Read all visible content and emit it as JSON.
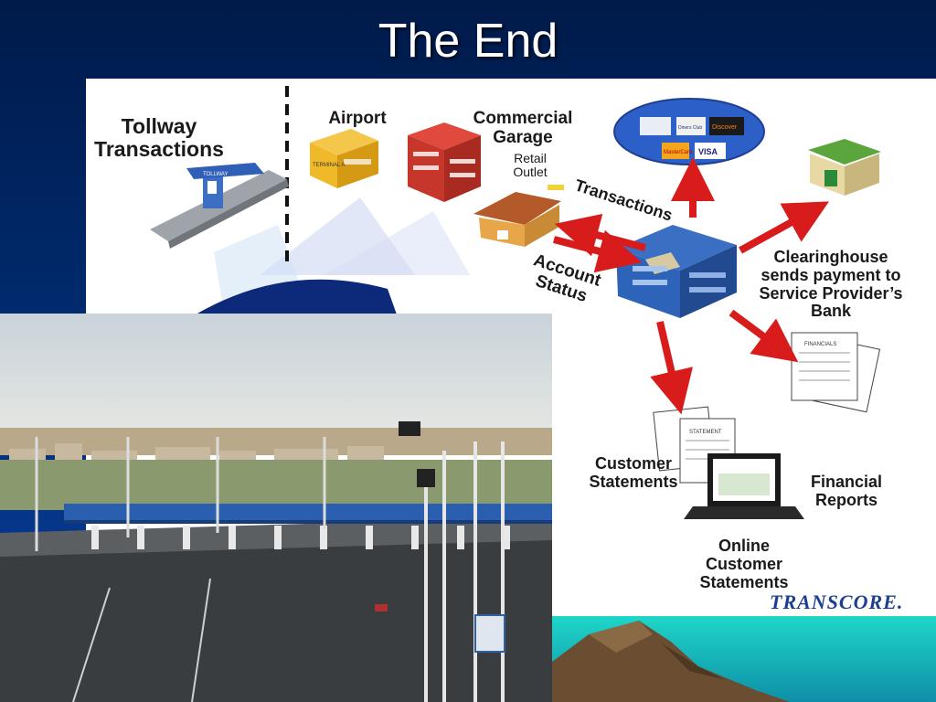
{
  "slide": {
    "title": "The End"
  },
  "diagram": {
    "tollway_label": "Tollway Transactions",
    "airport_label": "Airport",
    "garage_label": "Commercial Garage",
    "retail_label": "Retail Outlet",
    "transactions_label": "Transactions",
    "account_status_label": "Account Status",
    "clearinghouse_label": "Clearinghouse sends payment to Service Provider’s Bank",
    "customer_statements_label": "Customer Statements",
    "financial_reports_label": "Financial Reports",
    "online_statements_label": "Online Customer Statements",
    "tollway_sign": "TOLLWAY",
    "terminal_sign": "TERMINAL A",
    "statement_doc": "STATEMENT",
    "financials_doc": "FINANCIALS",
    "card_logos": [
      "Discover",
      "MasterCard",
      "VISA",
      "Diners Club"
    ],
    "brand": "TRANSCORE."
  },
  "colors": {
    "background": "#002b6e",
    "arrow": "#d81b1b",
    "building": "#2d63b8",
    "title": "#ffffff"
  }
}
